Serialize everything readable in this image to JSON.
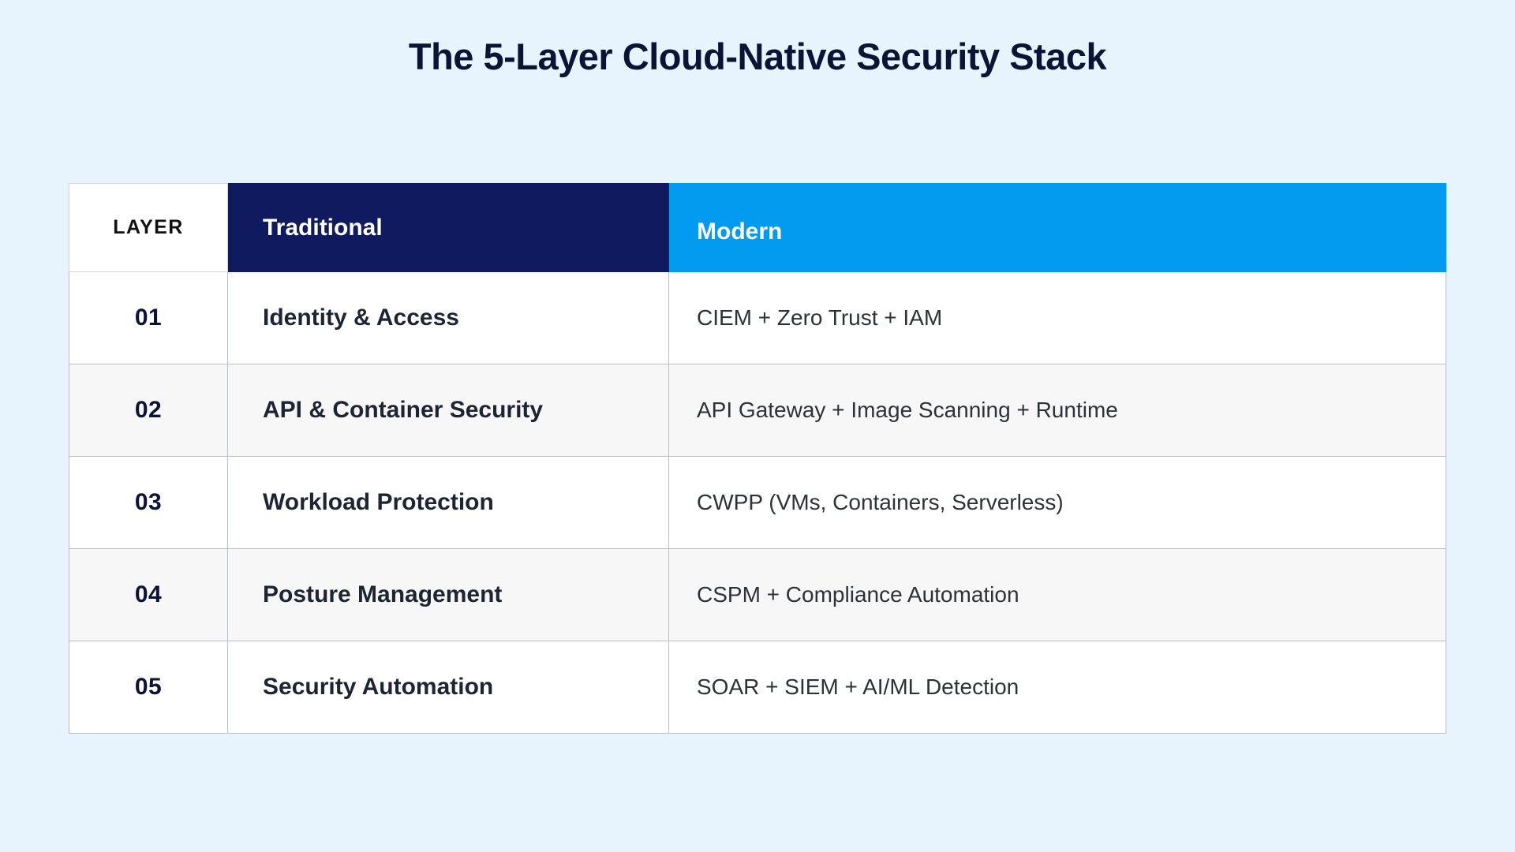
{
  "title": "The 5-Layer Cloud-Native Security Stack",
  "colors": {
    "background": "#e8f4fd",
    "title": "#0b1437",
    "header_traditional_bg": "#0f1a5f",
    "header_modern_bg": "#039bf0",
    "header_layer_bg": "#ffffff",
    "row_bg": "#ffffff",
    "row_alt_bg": "#f7f7f7",
    "border": "#b9bfc7"
  },
  "table": {
    "headers": {
      "layer": "LAYER",
      "traditional": "Traditional",
      "modern": "Modern"
    },
    "rows": [
      {
        "layer": "01",
        "traditional": "Identity & Access",
        "modern": "CIEM + Zero Trust + IAM"
      },
      {
        "layer": "02",
        "traditional": "API & Container Security",
        "modern": "API Gateway + Image Scanning + Runtime"
      },
      {
        "layer": "03",
        "traditional": "Workload Protection",
        "modern": "CWPP (VMs, Containers, Serverless)"
      },
      {
        "layer": "04",
        "traditional": "Posture Management",
        "modern": "CSPM + Compliance Automation"
      },
      {
        "layer": "05",
        "traditional": "Security Automation",
        "modern": "SOAR + SIEM + AI/ML Detection"
      }
    ]
  }
}
